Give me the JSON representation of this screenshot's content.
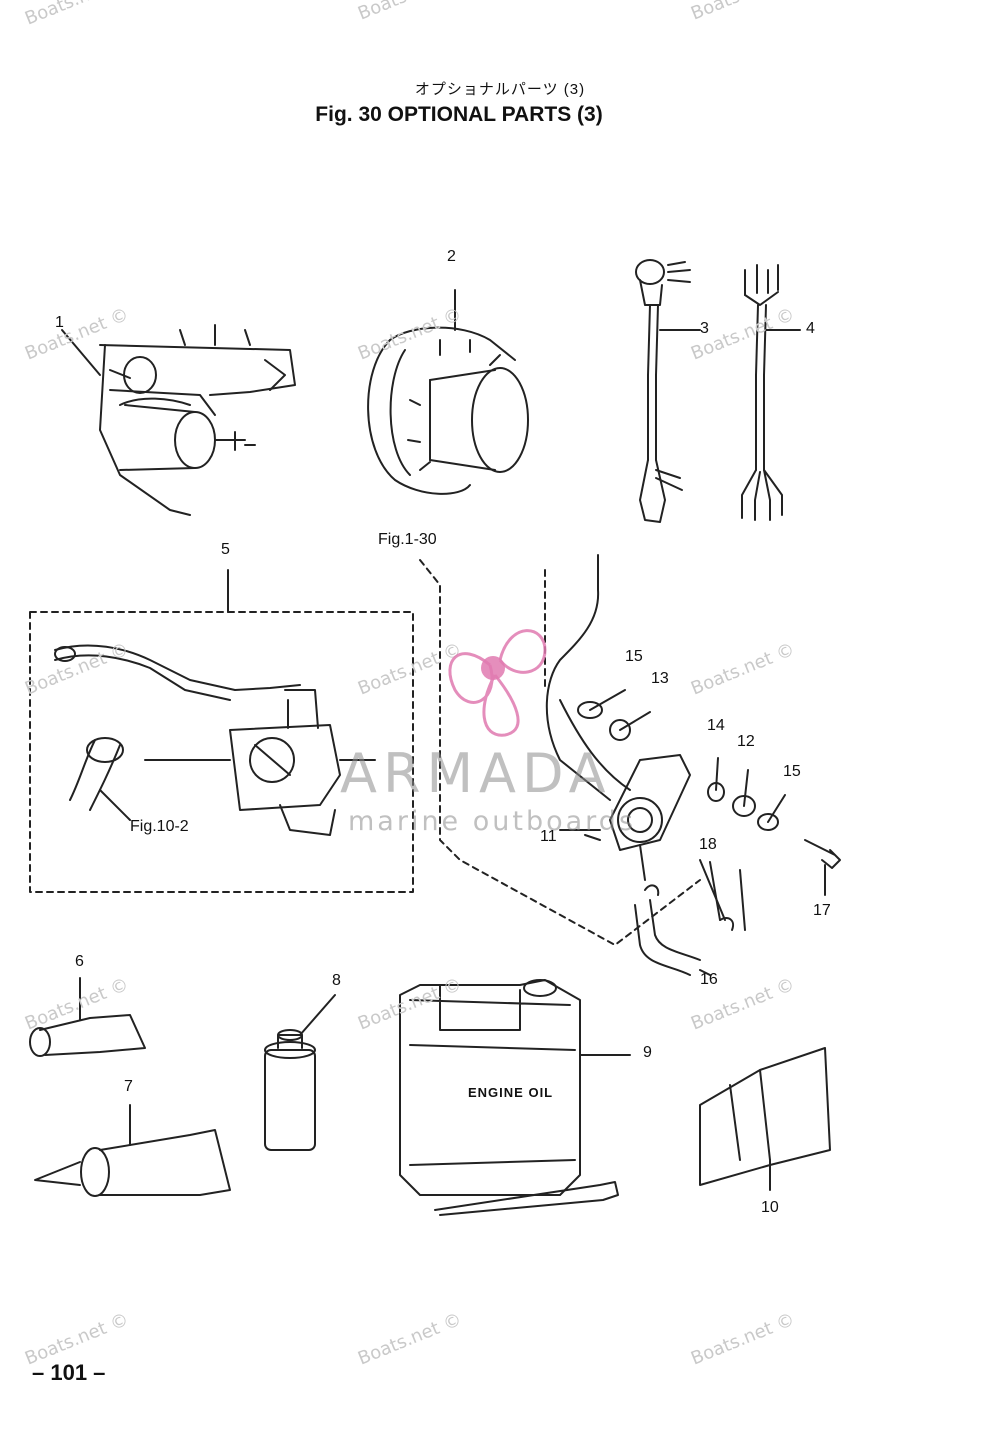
{
  "header": {
    "jp_title": "オプショナルパーツ (3)",
    "en_title": "Fig. 30    OPTIONAL PARTS  (3)"
  },
  "callouts": [
    "1",
    "2",
    "3",
    "4",
    "5",
    "6",
    "7",
    "8",
    "9",
    "10",
    "11",
    "12",
    "13",
    "14",
    "15",
    "15",
    "16",
    "17",
    "18"
  ],
  "references": {
    "fig_1_30": "Fig.1-30",
    "fig_10_2": "Fig.10-2"
  },
  "labels": {
    "engine_oil": "ENGINE OIL"
  },
  "watermarks": {
    "boats_net": "Boats.net ©",
    "armada": "ARMADA",
    "armada_sub": "marine outboards"
  },
  "footer": {
    "page_number": "– 101 –"
  }
}
